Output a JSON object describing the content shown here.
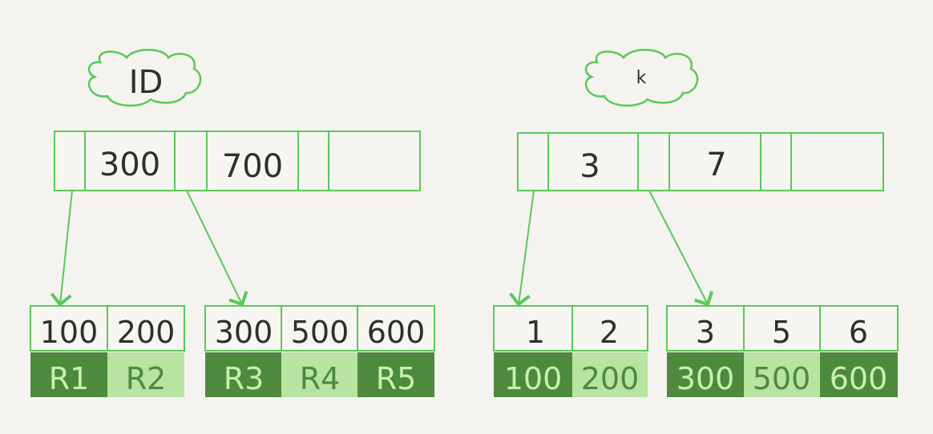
{
  "diagram": {
    "trees": [
      {
        "id": "left-tree",
        "label": "ID",
        "root_keys": [
          "300",
          "700"
        ],
        "leaves": [
          {
            "keys": [
              "100",
              "200"
            ],
            "values": [
              "R1",
              "R2"
            ]
          },
          {
            "keys": [
              "300",
              "500",
              "600"
            ],
            "values": [
              "R3",
              "R4",
              "R5"
            ]
          }
        ]
      },
      {
        "id": "right-tree",
        "label": "k",
        "root_keys": [
          "3",
          "7"
        ],
        "leaves": [
          {
            "keys": [
              "1",
              "2"
            ],
            "values": [
              "100",
              "200"
            ]
          },
          {
            "keys": [
              "3",
              "5",
              "6"
            ],
            "values": [
              "300",
              "500",
              "600"
            ]
          }
        ]
      }
    ],
    "colors": {
      "line": "#5ac85a",
      "value_dark": "#4d8a3e",
      "value_light": "#b9e3a0",
      "text_dark": "#2f2f2f",
      "text_on_dark": "#c8efb0",
      "text_on_light": "#4d8a3e"
    }
  }
}
